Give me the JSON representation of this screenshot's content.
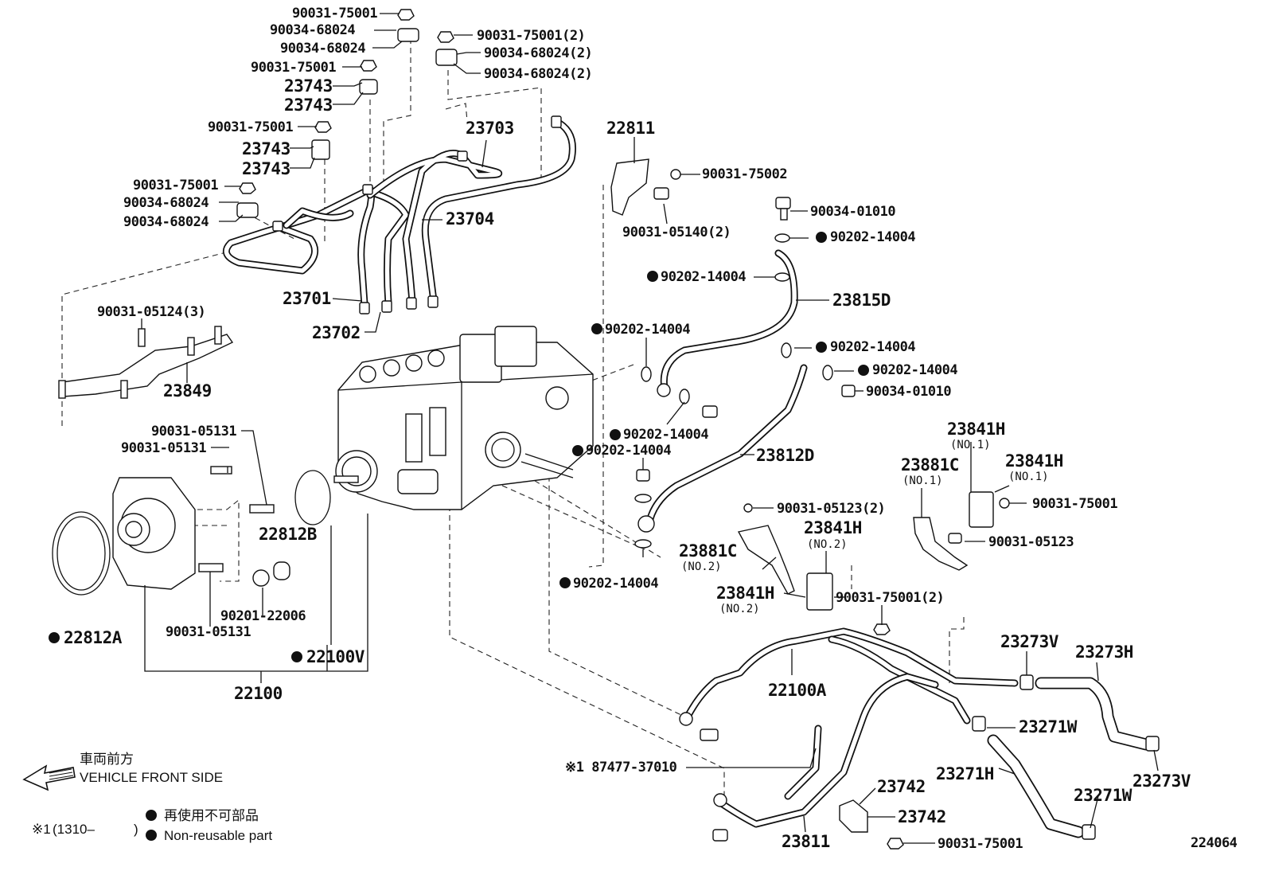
{
  "diagram_number": "224064",
  "legend": {
    "direction_jp": "車両前方",
    "direction_en": "VEHICLE FRONT SIDE",
    "nonreusable_jp": "再使用不可部品",
    "nonreusable_en": "Non-reusable part",
    "footnote_mark": "※1",
    "footnote_range": "(1310–",
    "footnote_close": ")"
  },
  "labels": {
    "p_90031_75001_a": "90031-75001",
    "p_90034_68024_a": "90034-68024",
    "p_90034_68024_b": "90034-68024",
    "p_90031_75001_b": "90031-75001",
    "p_23743_a": "23743",
    "p_23743_b": "23743",
    "p_90031_75001_c": "90031-75001",
    "p_23743_c": "23743",
    "p_23743_d": "23743",
    "p_90031_75001_d": "90031-75001",
    "p_90034_68024_c": "90034-68024",
    "p_90034_68024_d": "90034-68024",
    "p_90031_75001_2": "90031-75001(2)",
    "p_90034_68024_2a": "90034-68024(2)",
    "p_90034_68024_2b": "90034-68024(2)",
    "p_23703": "23703",
    "p_23704": "23704",
    "p_23701": "23701",
    "p_23702": "23702",
    "p_90031_05124": "90031-05124(3)",
    "p_23849": "23849",
    "p_22811": "22811",
    "p_90031_75002": "90031-75002",
    "p_90031_05140": "90031-05140(2)",
    "p_90034_01010_a": "90034-01010",
    "p_90202_14004_a": "90202-14004",
    "p_90202_14004_b": "90202-14004",
    "p_23815d": "23815D",
    "p_90202_14004_c": "90202-14004",
    "p_90202_14004_d": "90202-14004",
    "p_90202_14004_e": "90202-14004",
    "p_90034_01010_b": "90034-01010",
    "p_90202_14004_f": "90202-14004",
    "p_90202_14004_g": "90202-14004",
    "p_23812d": "23812D",
    "p_90202_14004_h": "90202-14004",
    "p_90031_05131_a": "90031-05131",
    "p_90031_05131_b": "90031-05131",
    "p_22812b": "22812B",
    "p_90201_22006": "90201-22006",
    "p_90031_05131_c": "90031-05131",
    "p_22812a": "22812A",
    "p_22100v": "22100V",
    "p_22100": "22100",
    "p_23841h_no1": "23841H",
    "p_no1_a": "(NO.1)",
    "p_23881c_no1": "23881C",
    "p_no1_b": "(NO.1)",
    "p_23841h_no1b": "23841H",
    "p_no1_c": "(NO.1)",
    "p_90031_75001_e": "90031-75001",
    "p_90031_05123": "90031-05123",
    "p_90031_05123_2": "90031-05123(2)",
    "p_23841h_no2": "23841H",
    "p_no2_a": "(NO.2)",
    "p_23881c_no2": "23881C",
    "p_no2_b": "(NO.2)",
    "p_23841h_no2b": "23841H",
    "p_no2_c": "(NO.2)",
    "p_90031_75001_2b": "90031-75001(2)",
    "p_22100a": "22100A",
    "p_23273v_a": "23273V",
    "p_23273h": "23273H",
    "p_23271w_a": "23271W",
    "p_87477": "※1 87477-37010",
    "p_23271h": "23271H",
    "p_23273v_b": "23273V",
    "p_23742_a": "23742",
    "p_23742_b": "23742",
    "p_23271w_b": "23271W",
    "p_23811": "23811",
    "p_90031_75001_f": "90031-75001"
  }
}
